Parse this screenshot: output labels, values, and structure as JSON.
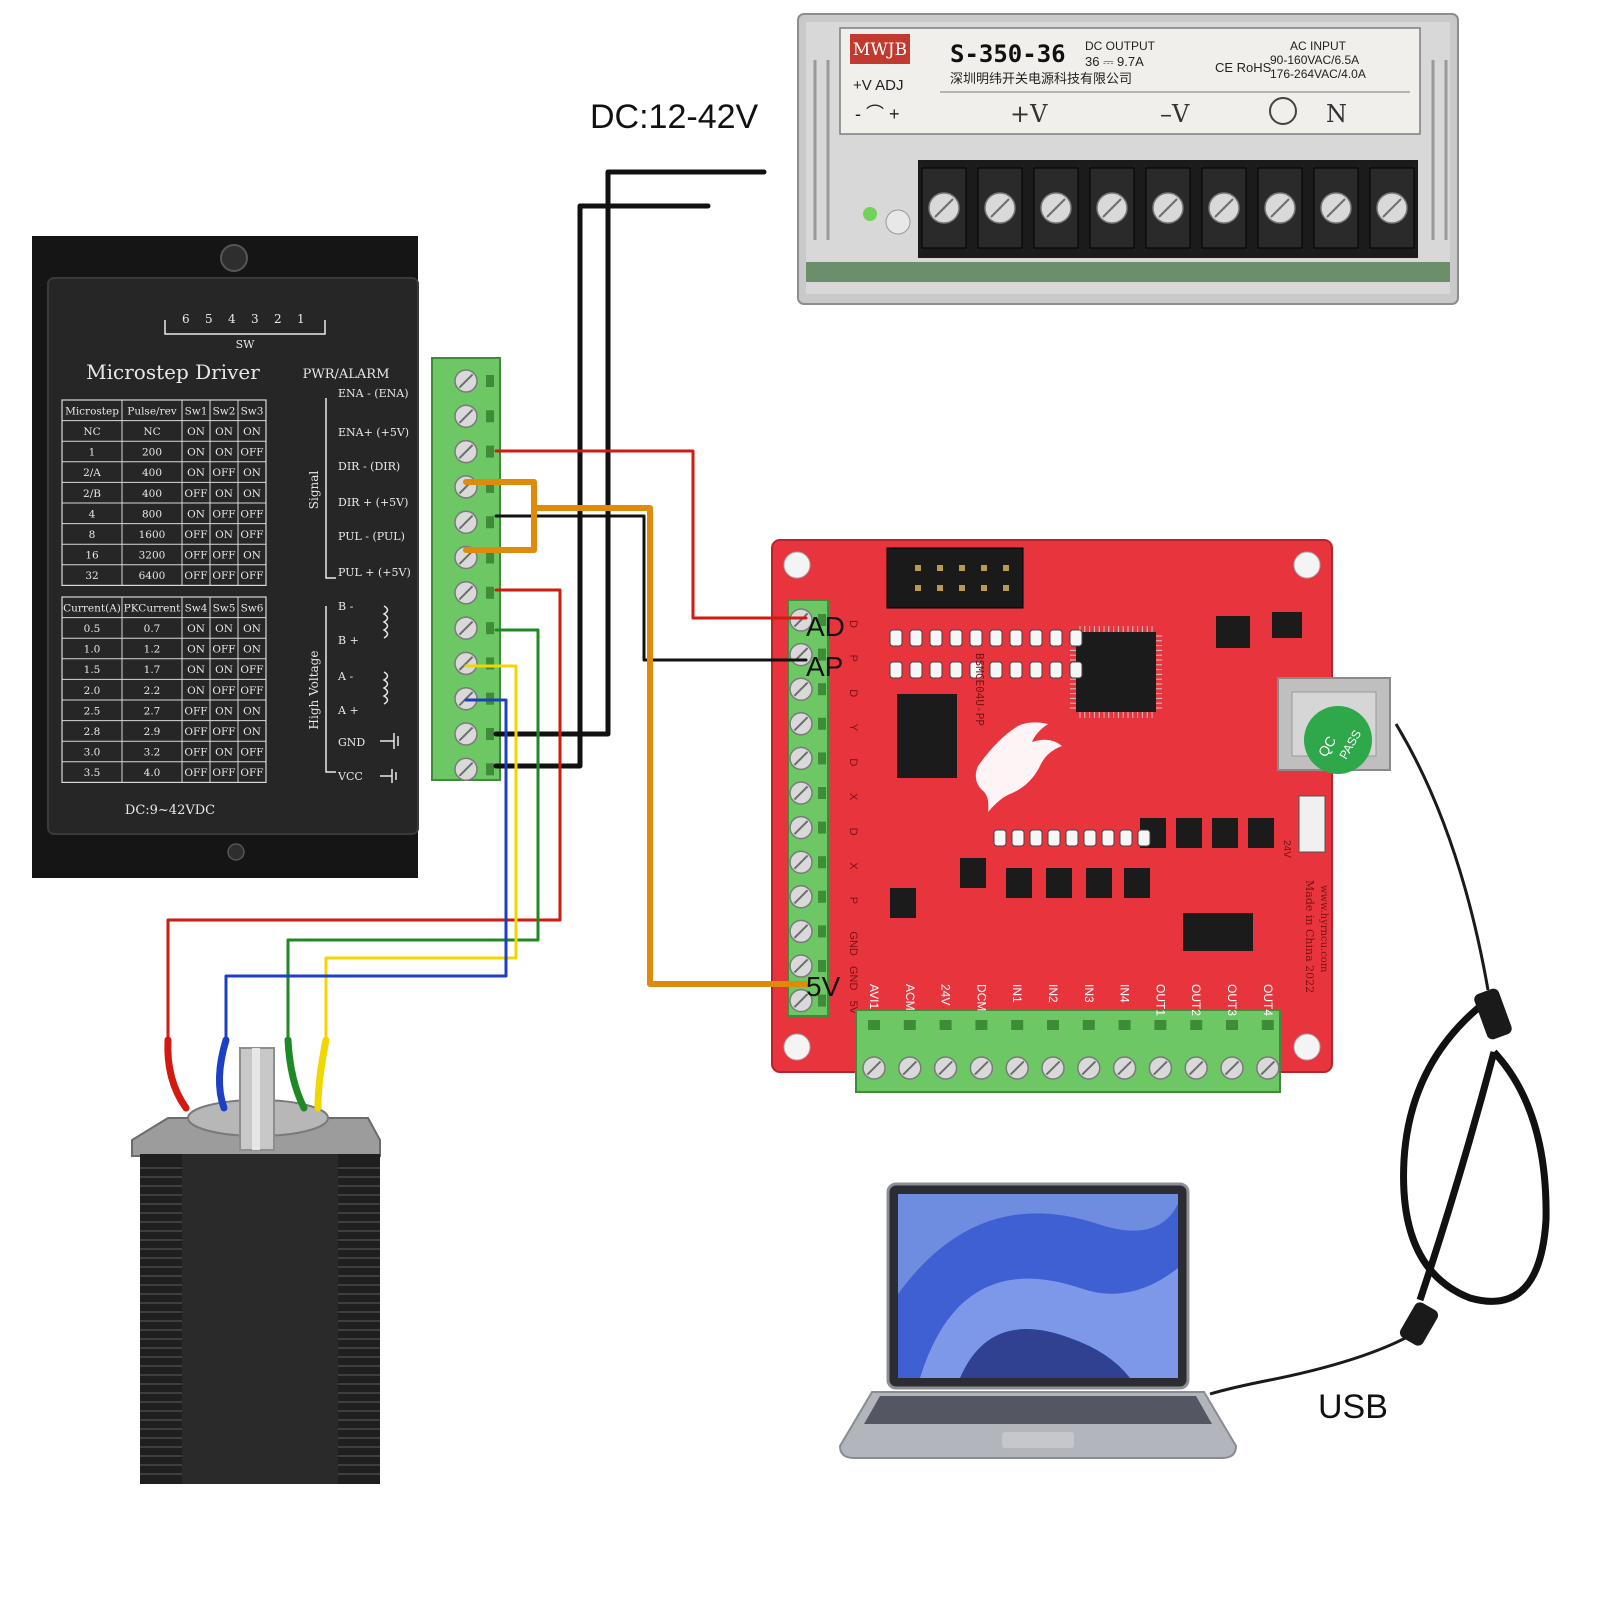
{
  "labels": {
    "dc_supply": "DC:12-42V",
    "usb": "USB",
    "ad": "AD",
    "ap": "AP",
    "v5": "5V"
  },
  "psu": {
    "brand": "MWJB",
    "adj": "+V ADJ",
    "model": "S-350-36",
    "dc_output_title": "DC OUTPUT",
    "dc_output_value": "36 ⎓ 9.7A",
    "maker": "深圳明纬开关电源科技有限公司",
    "ce": "CE RoHS",
    "ac_input_title": "AC INPUT",
    "ac_line1": "90-160VAC/6.5A",
    "ac_line2": "176-264VAC/4.0A",
    "plus_v": "+V",
    "minus_v": "–V",
    "n": "N",
    "minus_plus": "- ⌒ +"
  },
  "driver": {
    "title": "Microstep Driver",
    "sw_label": "SW",
    "sw_numbers": [
      "6",
      "5",
      "4",
      "3",
      "2",
      "1"
    ],
    "pwr_alarm": "PWR/ALARM",
    "signal_group": "Signal",
    "hv_group": "High Voltage",
    "terminals": [
      "ENA - (ENA)",
      "ENA+ (+5V)",
      "DIR - (DIR)",
      "DIR + (+5V)",
      "PUL - (PUL)",
      "PUL + (+5V)",
      "B -",
      "B +",
      "A -",
      "A +",
      "GND",
      "VCC"
    ],
    "step_table": {
      "headers": [
        "Microstep",
        "Pulse/rev",
        "Sw1",
        "Sw2",
        "Sw3"
      ],
      "rows": [
        [
          "NC",
          "NC",
          "ON",
          "ON",
          "ON"
        ],
        [
          "1",
          "200",
          "ON",
          "ON",
          "OFF"
        ],
        [
          "2/A",
          "400",
          "ON",
          "OFF",
          "ON"
        ],
        [
          "2/B",
          "400",
          "OFF",
          "ON",
          "ON"
        ],
        [
          "4",
          "800",
          "ON",
          "OFF",
          "OFF"
        ],
        [
          "8",
          "1600",
          "OFF",
          "ON",
          "OFF"
        ],
        [
          "16",
          "3200",
          "OFF",
          "OFF",
          "ON"
        ],
        [
          "32",
          "6400",
          "OFF",
          "OFF",
          "OFF"
        ]
      ]
    },
    "current_table": {
      "headers": [
        "Current(A)",
        "PKCurrent",
        "Sw4",
        "Sw5",
        "Sw6"
      ],
      "rows": [
        [
          "0.5",
          "0.7",
          "ON",
          "ON",
          "ON"
        ],
        [
          "1.0",
          "1.2",
          "ON",
          "OFF",
          "ON"
        ],
        [
          "1.5",
          "1.7",
          "ON",
          "ON",
          "OFF"
        ],
        [
          "2.0",
          "2.2",
          "ON",
          "OFF",
          "OFF"
        ],
        [
          "2.5",
          "2.7",
          "OFF",
          "ON",
          "ON"
        ],
        [
          "2.8",
          "2.9",
          "OFF",
          "OFF",
          "ON"
        ],
        [
          "3.0",
          "3.2",
          "OFF",
          "ON",
          "OFF"
        ],
        [
          "3.5",
          "4.0",
          "OFF",
          "OFF",
          "OFF"
        ]
      ]
    },
    "dc_range": "DC:9~42VDC"
  },
  "board": {
    "model": "BSMCE04U-PP",
    "made_in": "Made in China 2022",
    "website": "www.hyrncu.com",
    "qc": "QC",
    "pass": "PASS",
    "v24": "24V",
    "bottom_terminals": [
      "AVI1",
      "ACM",
      "24V",
      "DCM",
      "IN1",
      "IN2",
      "IN3",
      "IN4",
      "OUT1",
      "OUT2",
      "OUT3",
      "OUT4"
    ],
    "left_labels": [
      "D",
      "P",
      "D",
      "Y",
      "D",
      "X",
      "D",
      "X",
      "P",
      "GND",
      "GND",
      "5V"
    ]
  },
  "wire_colors": {
    "red": "#d21a10",
    "black": "#111111",
    "orange": "#e08a0c",
    "green": "#1f8a25",
    "yellow": "#f2d600",
    "blue": "#1c3fc4"
  }
}
